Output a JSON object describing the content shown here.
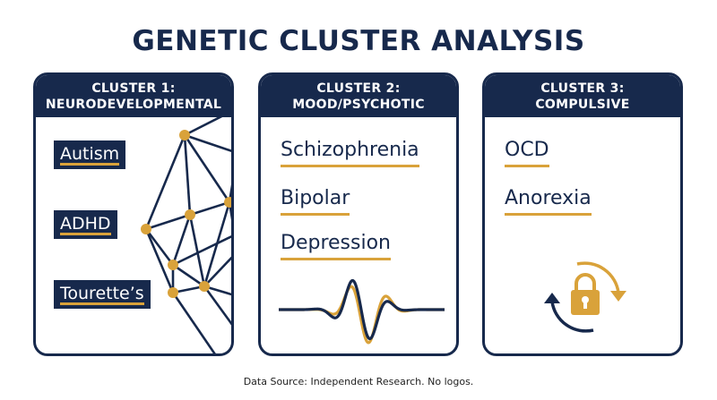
{
  "title": "GENETIC CLUSTER ANALYSIS",
  "clusters": [
    {
      "header_line1": "CLUSTER 1:",
      "header_line2": "NEURODEVELOPMENTAL",
      "items": [
        "Autism",
        "ADHD",
        "Tourette’s"
      ]
    },
    {
      "header_line1": "CLUSTER 2:",
      "header_line2": "MOOD/PSYCHOTIC",
      "items": [
        "Schizophrenia",
        "Bipolar",
        "Depression"
      ]
    },
    {
      "header_line1": "CLUSTER 3:",
      "header_line2": "COMPULSIVE",
      "items": [
        "OCD",
        "Anorexia"
      ]
    }
  ],
  "footer": "Data Source: Independent Research. No logos.",
  "colors": {
    "navy": "#17294c",
    "gold": "#d9a23a",
    "white": "#ffffff"
  },
  "icons": {
    "cluster1": "network-graph-icon",
    "cluster2": "wave-icon",
    "cluster3": "cycle-lock-icon"
  }
}
